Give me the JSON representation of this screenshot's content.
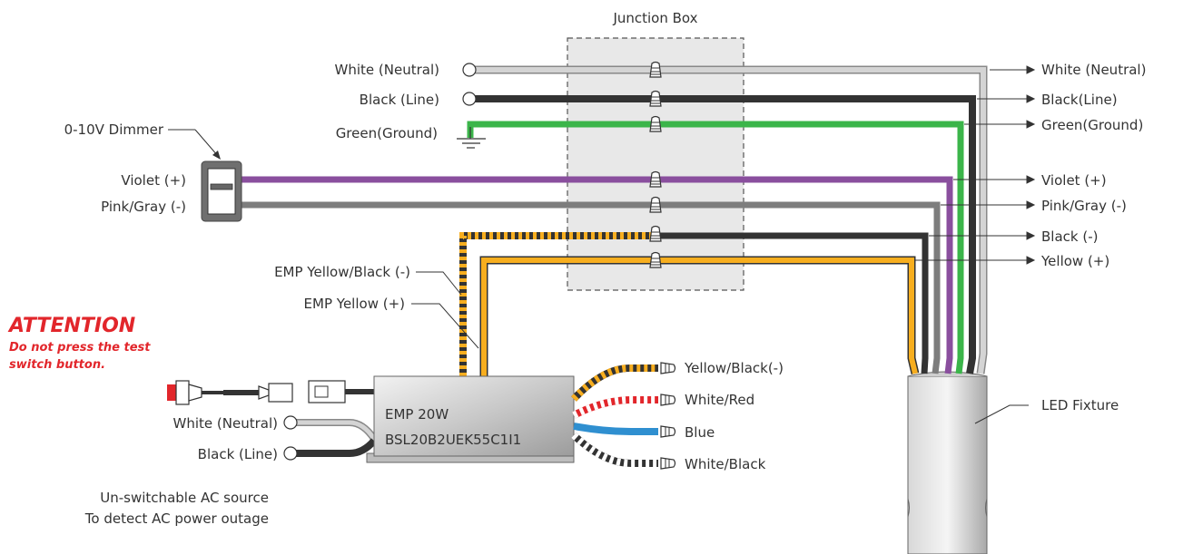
{
  "junction_box": {
    "title": "Junction Box"
  },
  "left_labels": {
    "white_neutral": "White (Neutral)",
    "black_line": "Black (Line)",
    "green_ground": "Green(Ground)",
    "dimmer": "0-10V Dimmer",
    "violet": "Violet (+)",
    "pink_gray": "Pink/Gray (-)",
    "emp_yellow_black": "EMP Yellow/Black (-)",
    "emp_yellow": "EMP Yellow (+)"
  },
  "right_labels": {
    "white_neutral": "White (Neutral)",
    "black_line": "Black(Line)",
    "green_ground": "Green(Ground)",
    "violet": "Violet (+)",
    "pink_gray": "Pink/Gray (-)",
    "black_neg": "Black (-)",
    "yellow_pos": "Yellow (+)",
    "led_fixture": "LED Fixture"
  },
  "attention": {
    "title": "ATTENTION",
    "line1": "Do not press the test",
    "line2": "switch button."
  },
  "emp": {
    "name": "EMP 20W",
    "model": "BSL20B2UEK55C1I1",
    "input_white": "White (Neutral)",
    "input_black": "Black (Line)",
    "output_yellow_black": "Yellow/Black(-)",
    "output_white_red": "White/Red",
    "output_blue": "Blue",
    "output_white_black": "White/Black"
  },
  "ac_note": {
    "line1": "Un-switchable AC source",
    "line2": "To detect AC power outage"
  },
  "colors": {
    "white_wire": "#d4d4d4",
    "black_wire": "#333333",
    "green_wire": "#3bb54a",
    "violet_wire": "#8a4f9e",
    "gray_wire": "#7d7d7d",
    "yellow_wire": "#f7ae1f",
    "blue_wire": "#2f8fd0",
    "red_wire": "#e2262b",
    "junction_fill": "#e8e8e8"
  }
}
